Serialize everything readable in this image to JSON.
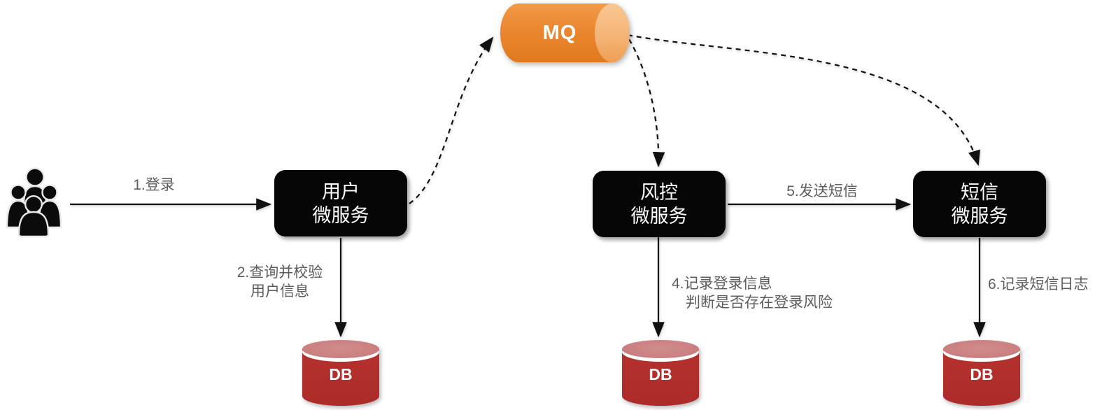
{
  "diagram_title": "login-flow-microservices-diagram",
  "nodes": {
    "mq": {
      "label": "MQ"
    },
    "user_service": {
      "line1": "用户",
      "line2": "微服务"
    },
    "risk_service": {
      "line1": "风控",
      "line2": "微服务"
    },
    "sms_service": {
      "line1": "短信",
      "line2": "微服务"
    },
    "db_user": {
      "label": "DB"
    },
    "db_risk": {
      "label": "DB"
    },
    "db_sms": {
      "label": "DB"
    }
  },
  "edges": {
    "login": {
      "label": "1.登录"
    },
    "query_user": {
      "line1": "2.查询并校验",
      "line2": "用户信息"
    },
    "record_login": {
      "line1": "4.记录登录信息",
      "line2": "判断是否存在登录风险"
    },
    "send_sms": {
      "label": "5.发送短信"
    },
    "record_sms": {
      "label": "6.记录短信日志"
    }
  },
  "icons": {
    "users": "users-group-icon"
  },
  "colors": {
    "mq_orange": "#EA872F",
    "mq_cap_light": "#F4B274",
    "db_red": "#B5312E",
    "db_top_pink": "#CA7E7F",
    "box_black": "#060606",
    "edge_label_gray": "#5C5C5C",
    "line_black": "#111111"
  }
}
